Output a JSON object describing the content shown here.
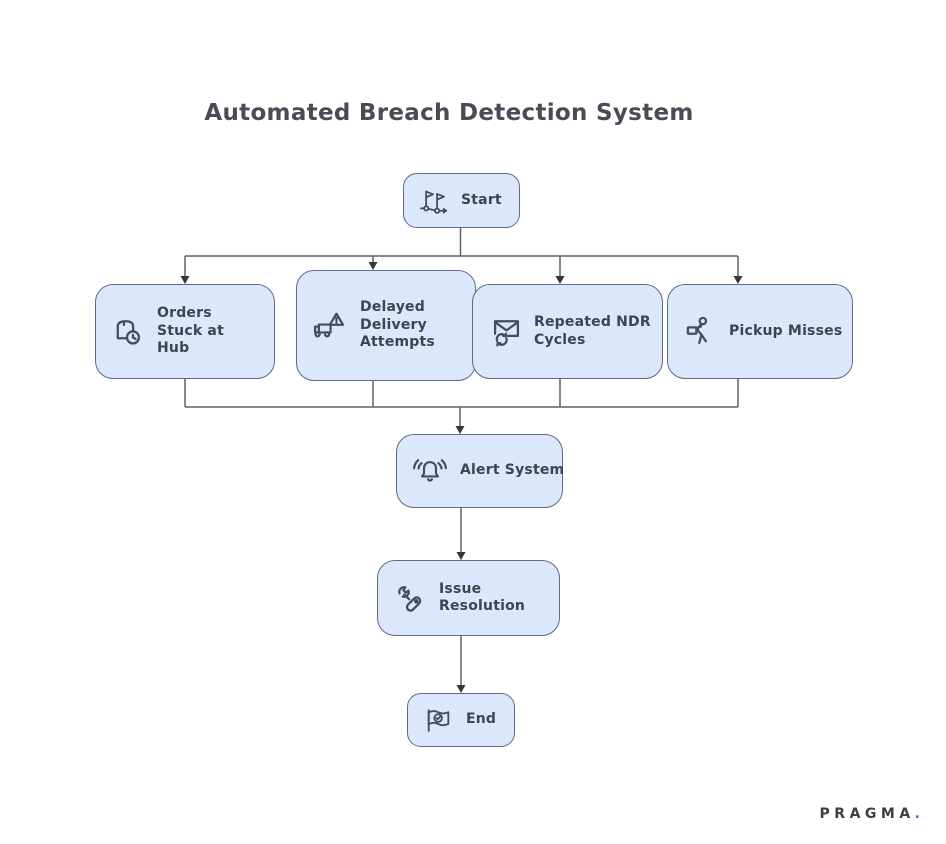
{
  "title": "Automated Breach Detection System",
  "diagram_type": "flowchart",
  "colors": {
    "background": "#ffffff",
    "node_fill": "#dbe7fb",
    "node_border": "#5d6a88",
    "connector_line": "#5f6368",
    "arrowhead": "#33363c",
    "node_text": "#3e4551",
    "title_text": "#484d55",
    "brand_text": "#3a3f46",
    "brand_dot": "#3f6af0"
  },
  "nodes": [
    {
      "id": "start",
      "label": "Start",
      "icon": "start-flags-icon"
    },
    {
      "id": "orders-stuck",
      "label": "Orders Stuck at Hub",
      "icon": "package-clock-icon"
    },
    {
      "id": "delayed-delivery",
      "label": "Delayed Delivery Attempts",
      "icon": "truck-warning-icon"
    },
    {
      "id": "repeated-ndr",
      "label": "Repeated NDR Cycles",
      "icon": "mail-refresh-icon"
    },
    {
      "id": "pickup-misses",
      "label": "Pickup Misses",
      "icon": "person-carrying-box-icon"
    },
    {
      "id": "alert-system",
      "label": "Alert System",
      "icon": "alert-bell-icon"
    },
    {
      "id": "issue-resolution",
      "label": "Issue Resolution",
      "icon": "tools-icon"
    },
    {
      "id": "end",
      "label": "End",
      "icon": "flag-check-icon"
    }
  ],
  "edges": [
    {
      "from": "start",
      "to": "orders-stuck"
    },
    {
      "from": "start",
      "to": "delayed-delivery"
    },
    {
      "from": "start",
      "to": "repeated-ndr"
    },
    {
      "from": "start",
      "to": "pickup-misses"
    },
    {
      "from": "orders-stuck",
      "to": "alert-system"
    },
    {
      "from": "delayed-delivery",
      "to": "alert-system"
    },
    {
      "from": "repeated-ndr",
      "to": "alert-system"
    },
    {
      "from": "pickup-misses",
      "to": "alert-system"
    },
    {
      "from": "alert-system",
      "to": "issue-resolution"
    },
    {
      "from": "issue-resolution",
      "to": "end"
    }
  ],
  "brand": {
    "name": "PRAGMA",
    "dot": "."
  }
}
